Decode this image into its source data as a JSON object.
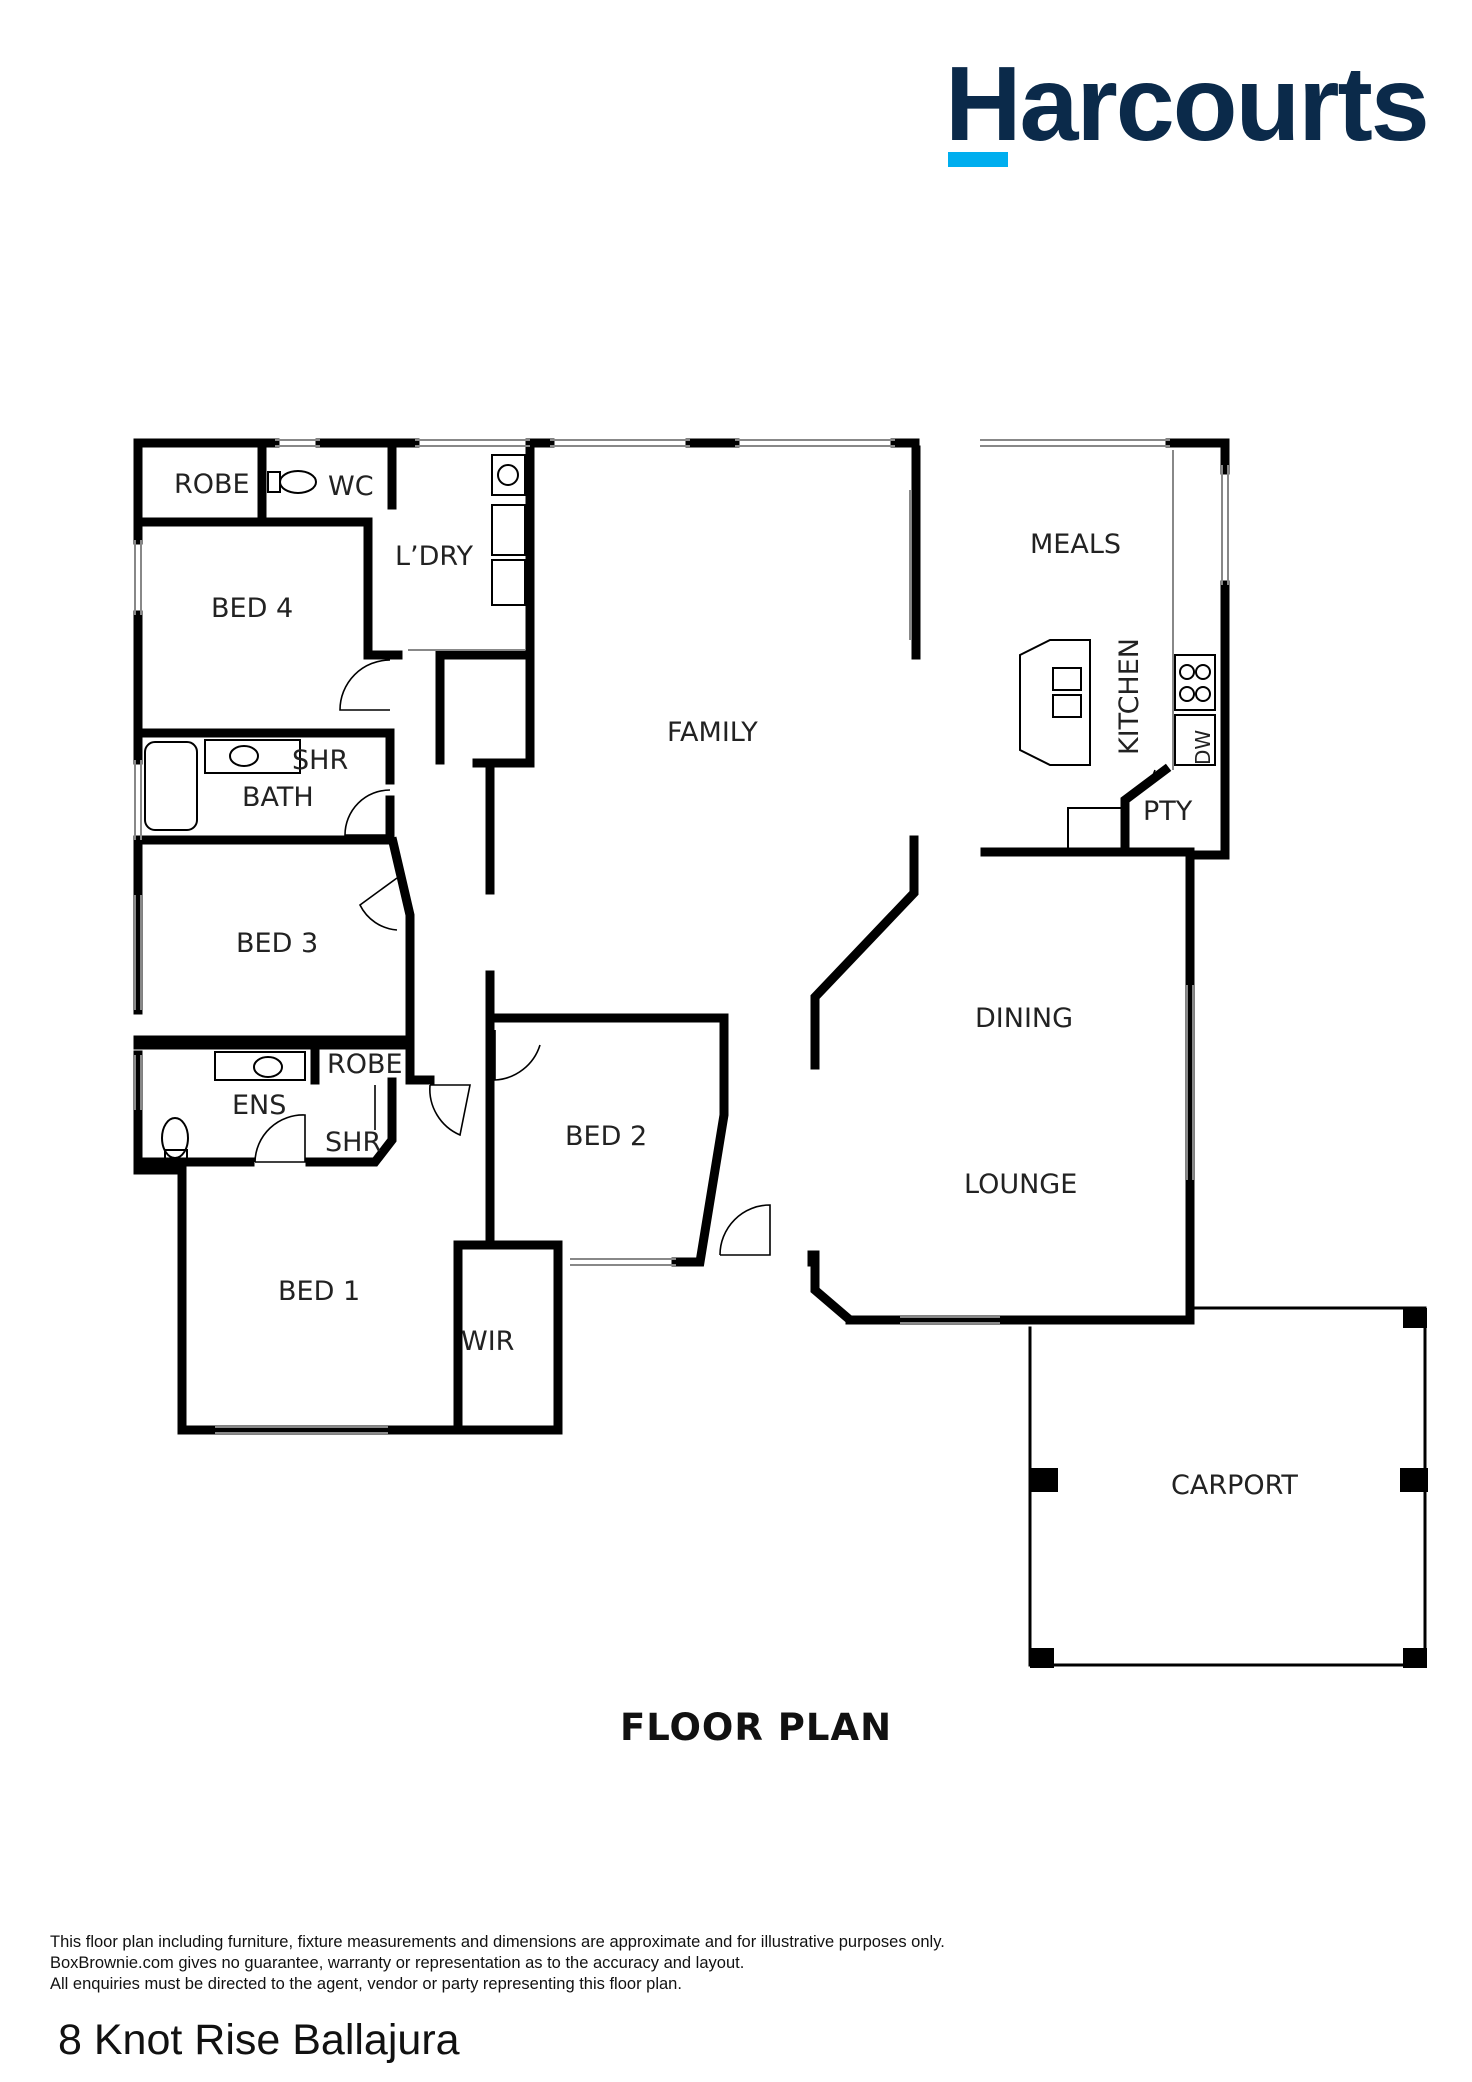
{
  "brand": {
    "name": "Harcourts",
    "text_color": "#0b2a4a",
    "accent_color": "#00aeef"
  },
  "rooms": {
    "robe_1": "ROBE",
    "wc": "WC",
    "laundry": "L’DRY",
    "bed_4": "BED 4",
    "shr_1": "SHR",
    "bath": "BATH",
    "bed_3": "BED 3",
    "robe_2": "ROBE",
    "ens": "ENS",
    "shr_2": "SHR",
    "bed_1": "BED 1",
    "wir": "WIR",
    "family": "FAMILY",
    "bed_2": "BED 2",
    "meals": "MEALS",
    "kitchen": "KITCHEN",
    "dw": "DW",
    "pty": "PTY",
    "dining": "DINING",
    "lounge": "LOUNGE",
    "carport": "CARPORT"
  },
  "plan_title": "FLOOR PLAN",
  "disclaimer": [
    "This floor plan including furniture, fixture measurements and dimensions are approximate and for illustrative purposes only.",
    "BoxBrownie.com gives no guarantee, warranty or representation as to the accuracy and layout.",
    "All enquiries must be directed to the agent, vendor or party representing this floor plan."
  ],
  "address": "8 Knot Rise Ballajura"
}
